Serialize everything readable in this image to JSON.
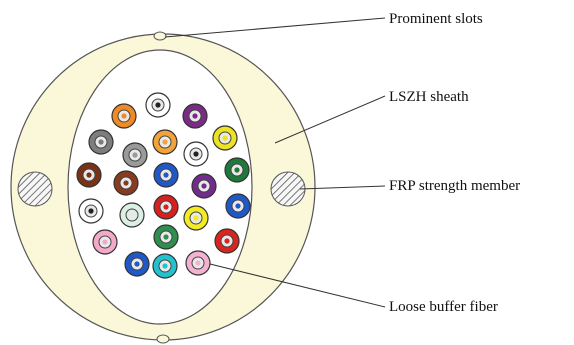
{
  "labels": {
    "prominent_slots": "Prominent slots",
    "lszh_sheath": "LSZH sheath",
    "frp_strength_member": "FRP strength member",
    "loose_buffer_fiber": "Loose buffer fiber"
  },
  "colors": {
    "sheath": "#fbf7d9",
    "outline": "#555555",
    "fiber_core_ring": "#e9e9e9",
    "fibers": [
      "#f08a24",
      "#ffffff",
      "#7b2a86",
      "#7d7d7d",
      "#f2a33a",
      "#6a1b7a",
      "#ece323",
      "#7a3216",
      "#9a9a9a",
      "#ffffff",
      "#1e7a3c",
      "#8a3a1e",
      "#1f58c9",
      "#722a8c",
      "#1f59c9",
      "#ffffff",
      "#dcefe4",
      "#d8201e",
      "#f3eb24",
      "#ef7a1f",
      "#f4a9c9",
      "#2f8f4e",
      "#d9241f",
      "#22c3cf",
      "#20c9d6",
      "#f5b2d0"
    ]
  }
}
